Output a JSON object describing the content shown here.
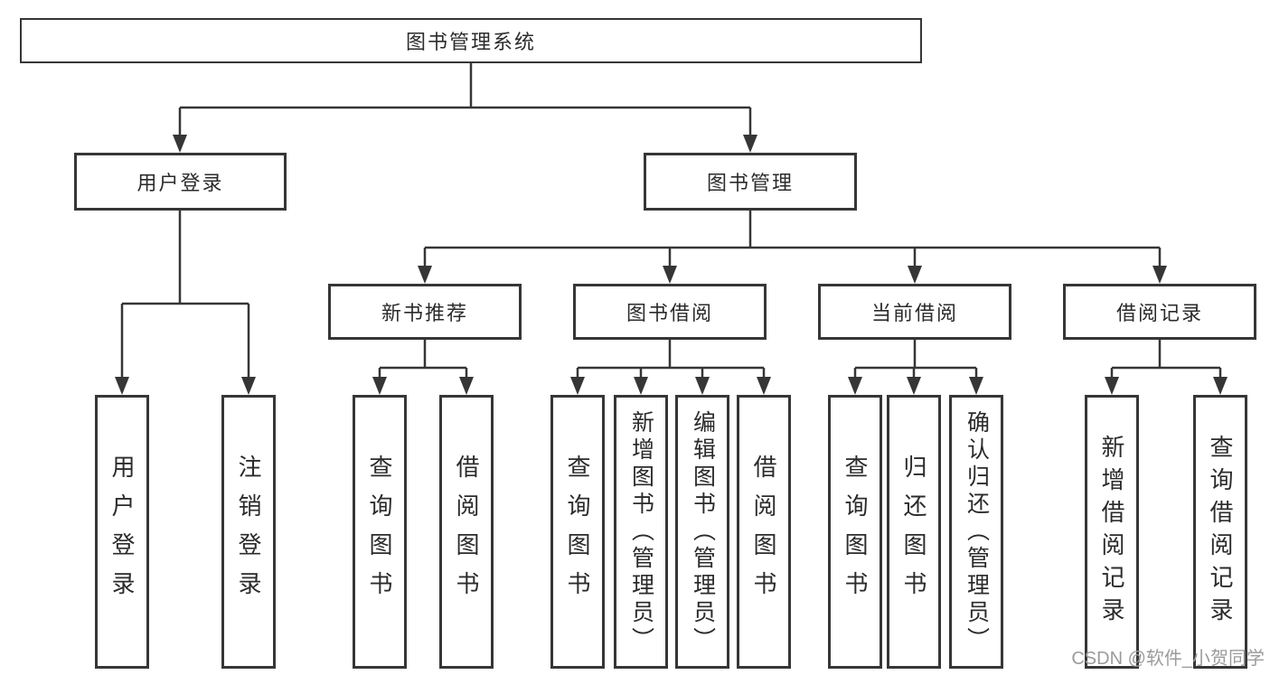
{
  "colors": {
    "line": "#363636",
    "box_border": "#363636",
    "text": "#2b2b2b",
    "watermark": "#9b9b9b",
    "background": "#ffffff"
  },
  "diagram": {
    "root": "图书管理系统",
    "branches": [
      {
        "label": "用户登录",
        "children": [
          "用户登录",
          "注销登录"
        ]
      },
      {
        "label": "图书管理",
        "children": [
          {
            "label": "新书推荐",
            "children": [
              "查询图书",
              "借阅图书"
            ]
          },
          {
            "label": "图书借阅",
            "children": [
              "查询图书",
              "新增图书（管理员）",
              "编辑图书（管理员）",
              "借阅图书"
            ]
          },
          {
            "label": "当前借阅",
            "children": [
              "查询图书",
              "归还图书",
              "确认归还（管理员）"
            ]
          },
          {
            "label": "借阅记录",
            "children": [
              "新增借阅记录",
              "查询借阅记录"
            ]
          }
        ]
      }
    ]
  },
  "watermark": {
    "text": "CSDN @软件_小贺同学"
  }
}
